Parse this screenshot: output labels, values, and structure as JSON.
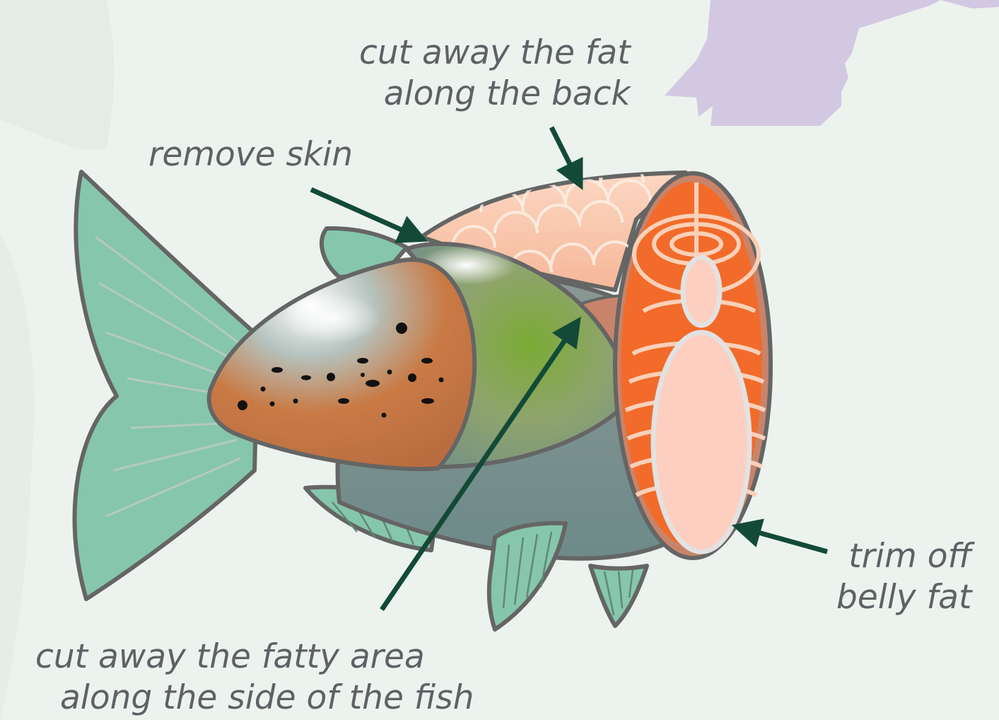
{
  "labels": {
    "back_fat": {
      "line1": "cut away the fat",
      "line2": "along the back"
    },
    "skin": {
      "line1": "remove skin"
    },
    "belly_fat": {
      "line1": "trim off",
      "line2": "belly fat"
    },
    "side_fat": {
      "line1": "cut away the fatty area",
      "line2": "along the side of the fish"
    }
  },
  "colors": {
    "background": "#ecf3ee",
    "fin": "#86c6ad",
    "outline": "#656565",
    "flesh": "#f26b2a",
    "flesh_lines": "#fbd0b8",
    "back_fat": "#f8c3a9",
    "belly_fat": "#fccfc0",
    "arrow": "#134a37",
    "decor_purple": "#d3c8e2"
  }
}
